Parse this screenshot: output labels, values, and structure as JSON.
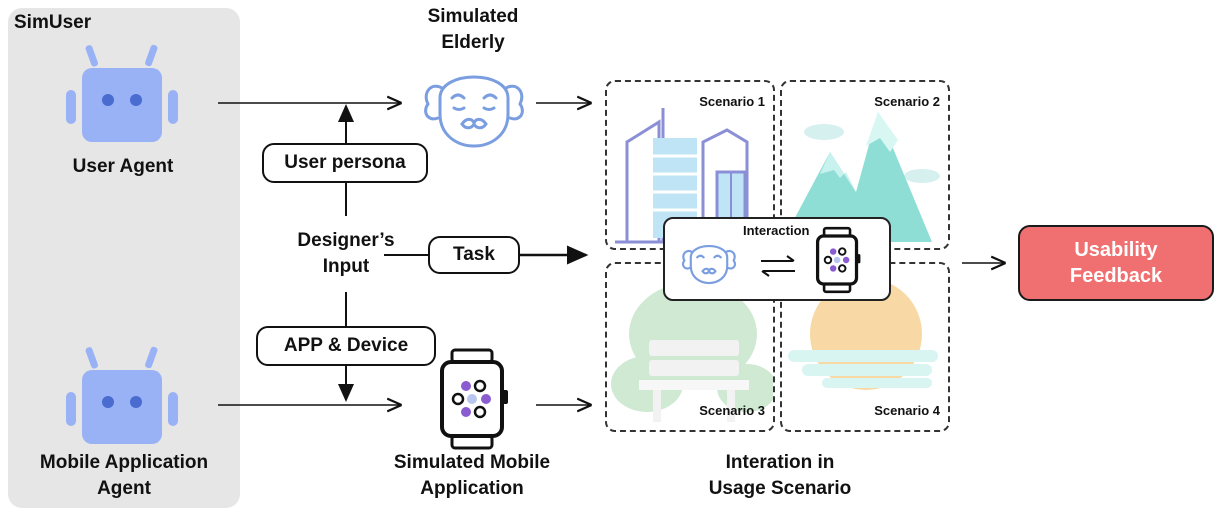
{
  "simuser": {
    "title": "SimUser"
  },
  "agents": {
    "user_agent": "User Agent",
    "mobile_agent_line1": "Mobile Application",
    "mobile_agent_line2": "Agent"
  },
  "simulated": {
    "elderly_line1": "Simulated",
    "elderly_line2": "Elderly",
    "mobile_line1": "Simulated Mobile",
    "mobile_line2": "Application"
  },
  "inputs": {
    "designer_line1": "Designer’s",
    "designer_line2": "Input",
    "user_persona": "User persona",
    "task": "Task",
    "app_device": "APP & Device"
  },
  "scenarios": {
    "s1": "Scenario 1",
    "s2": "Scenario 2",
    "s3": "Scenario 3",
    "s4": "Scenario 4",
    "interaction": "Interaction",
    "caption_line1": "Interation in",
    "caption_line2": "Usage Scenario"
  },
  "feedback": {
    "line1": "Usability",
    "line2": "Feedback"
  },
  "colors": {
    "robot": "#98b2f5",
    "feedback": "#f07071",
    "elder_face": "#7a9ee0",
    "watch_purple": "#8a5cd0"
  }
}
